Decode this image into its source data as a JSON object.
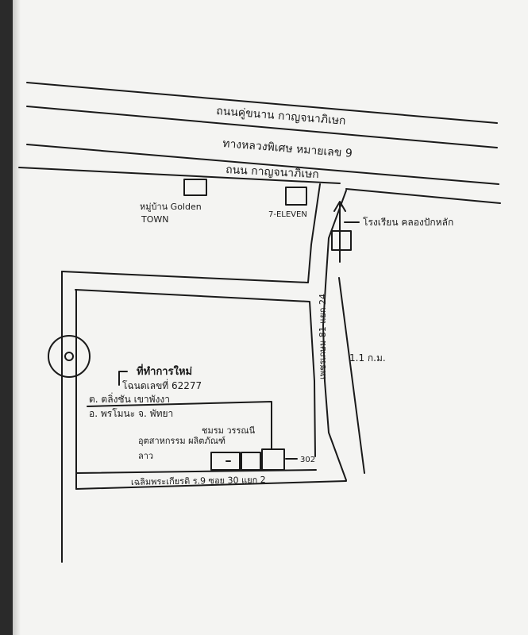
{
  "roads": {
    "top_road": "ถนนคู่ขนาน กาญจนาภิเษก",
    "expressway": "ทางหลวงพิเศษ หมายเลข 9",
    "service_road": "ถนน กาญจนาภิเษก",
    "soi_vertical": "เพชรเกษม 81 แยก 24",
    "soi_horizontal": "เฉลิมพระเกียรติ ร.9 ซอย 30 แยก 2"
  },
  "landmarks": {
    "village_line1": "หมู่บ้าน Golden",
    "village_line2": "TOWN",
    "seven_eleven": "7-ELEVEN",
    "school": "โรงเรียน คลองปักหลัก"
  },
  "distance": "1.1 ก.ม.",
  "small_marker": "302",
  "address": {
    "heading": "ที่ทำการใหม่",
    "line1": "โฉนดเลขที่ 62277",
    "line2": "ต. ตลิ่งชัน เขาพังงา",
    "line3": "อ. พรโมนะ จ. พัทยา"
  },
  "organization": {
    "line1": "ชมรม วรรณนี",
    "line2": "อุตสาหกรรม ผลิตภัณฑ์",
    "line3": "ลาว"
  }
}
